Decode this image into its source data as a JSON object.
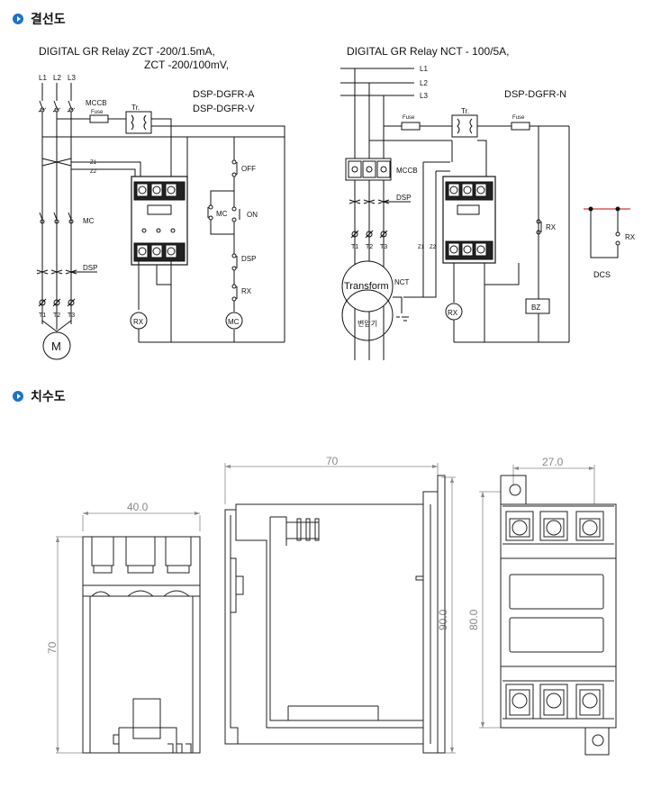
{
  "sections": {
    "wiring_title": "결선도",
    "dimension_title": "치수도"
  },
  "left_diagram": {
    "title_line1": "DIGITAL GR Relay ZCT -200/1.5mA,",
    "title_line2": "ZCT -200/100mV,",
    "model_a": "DSP-DGFR-A",
    "model_v": "DSP-DGFR-V",
    "labels": {
      "l1": "L1",
      "l2": "L2",
      "l3": "L3",
      "mccb": "MCCB",
      "fuse": "Fuse",
      "tr": "Tr.",
      "z1": "Z1",
      "z2": "Z2",
      "mc": "MC",
      "dsp": "DSP",
      "t1": "T1",
      "t2": "T2",
      "t3": "T3",
      "motor": "M",
      "off": "OFF",
      "on": "ON",
      "mc_contact": "MC",
      "dsp_contact": "DSP",
      "rx_contact": "RX",
      "rx_coil": "RX",
      "mc_coil": "MC"
    }
  },
  "right_diagram": {
    "title": "DIGITAL GR Relay NCT - 100/5A,",
    "model_n": "DSP-DGFR-N",
    "labels": {
      "l1": "L1",
      "l2": "L2",
      "l3": "L3",
      "fuse1": "Fuse",
      "fuse2": "Fuse",
      "tr": "Tr.",
      "mccb": "MCCB",
      "dsp": "DSP",
      "t1": "T1",
      "t2": "T2",
      "t3": "T3",
      "z1": "Z1",
      "z2": "Z2",
      "transform": "Transform",
      "nct": "NCT",
      "transformer_kr": "변압기",
      "rx_coil": "RX",
      "bz": "BZ",
      "rx_contact": "RX",
      "dcs_rx": "RX",
      "dcs": "DCS"
    }
  },
  "dimensions": {
    "front_width": "40.0",
    "front_height": "70",
    "side_width": "70",
    "side_height": "90.0",
    "rear_height": "80.0",
    "rear_width": "27.0"
  }
}
